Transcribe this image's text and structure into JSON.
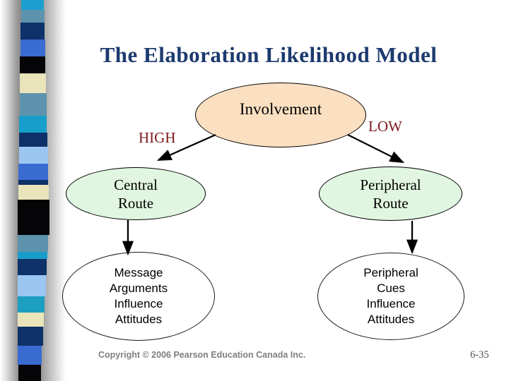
{
  "slide": {
    "title": "The Elaboration Likelihood Model",
    "footer": {
      "copyright": "Copyright © 2006 Pearson Education Canada Inc.",
      "slide_number": "6-35"
    }
  },
  "diagram": {
    "involvement": "Involvement",
    "high_label": "HIGH",
    "low_label": "LOW",
    "central_route": "Central\nRoute",
    "peripheral_route": "Peripheral\nRoute",
    "message_arguments": "Message\nArguments\nInfluence\nAttitudes",
    "peripheral_cues": "Peripheral\nCues\nInfluence\nAttitudes"
  },
  "colors": {
    "title_text": "#1C3A6E",
    "branch_label_text": "#7C1A1D",
    "involvement_fill": "#FBDFC1",
    "route_fill": "#E1F6E0",
    "outcome_fill": "#FFFFFF",
    "arrow": "#000000"
  },
  "decor": {
    "ribbon_segments": [
      {
        "h": 14,
        "x": 30,
        "w": 32,
        "c": "#1B9FCE"
      },
      {
        "h": 18,
        "x": 30,
        "w": 33,
        "c": "#5E93AD"
      },
      {
        "h": 24,
        "x": 29,
        "w": 34,
        "c": "#0D3168"
      },
      {
        "h": 24,
        "x": 29,
        "w": 35,
        "c": "#3A6BD0"
      },
      {
        "h": 24,
        "x": 28,
        "w": 36,
        "c": "#050508"
      },
      {
        "h": 28,
        "x": 28,
        "w": 37,
        "c": "#E9E4BA"
      },
      {
        "h": 32,
        "x": 28,
        "w": 38,
        "c": "#5E93AD"
      },
      {
        "h": 24,
        "x": 27,
        "w": 39,
        "c": "#189ECB"
      },
      {
        "h": 20,
        "x": 27,
        "w": 40,
        "c": "#0D3168"
      },
      {
        "h": 24,
        "x": 27,
        "w": 41,
        "c": "#9CC6F2"
      },
      {
        "h": 23,
        "x": 26,
        "w": 42,
        "c": "#3A6BD0"
      },
      {
        "h": 7,
        "x": 26,
        "w": 42,
        "c": "#0D3168"
      },
      {
        "h": 21,
        "x": 26,
        "w": 43,
        "c": "#E9E4BA"
      },
      {
        "h": 50,
        "x": 25,
        "w": 45,
        "c": "#050508"
      },
      {
        "h": 24,
        "x": 25,
        "w": 43,
        "c": "#5E93AD"
      },
      {
        "h": 10,
        "x": 25,
        "w": 42,
        "c": "#189ECB"
      },
      {
        "h": 23,
        "x": 25,
        "w": 41,
        "c": "#0D3168"
      },
      {
        "h": 30,
        "x": 25,
        "w": 40,
        "c": "#9CC6F2"
      },
      {
        "h": 23,
        "x": 25,
        "w": 38,
        "c": "#1C9FC0"
      },
      {
        "h": 20,
        "x": 25,
        "w": 37,
        "c": "#E9E4BA"
      },
      {
        "h": 27,
        "x": 25,
        "w": 36,
        "c": "#0D3168"
      },
      {
        "h": 27,
        "x": 25,
        "w": 34,
        "c": "#3A6BD0"
      },
      {
        "h": 23,
        "x": 26,
        "w": 32,
        "c": "#050508"
      }
    ]
  }
}
